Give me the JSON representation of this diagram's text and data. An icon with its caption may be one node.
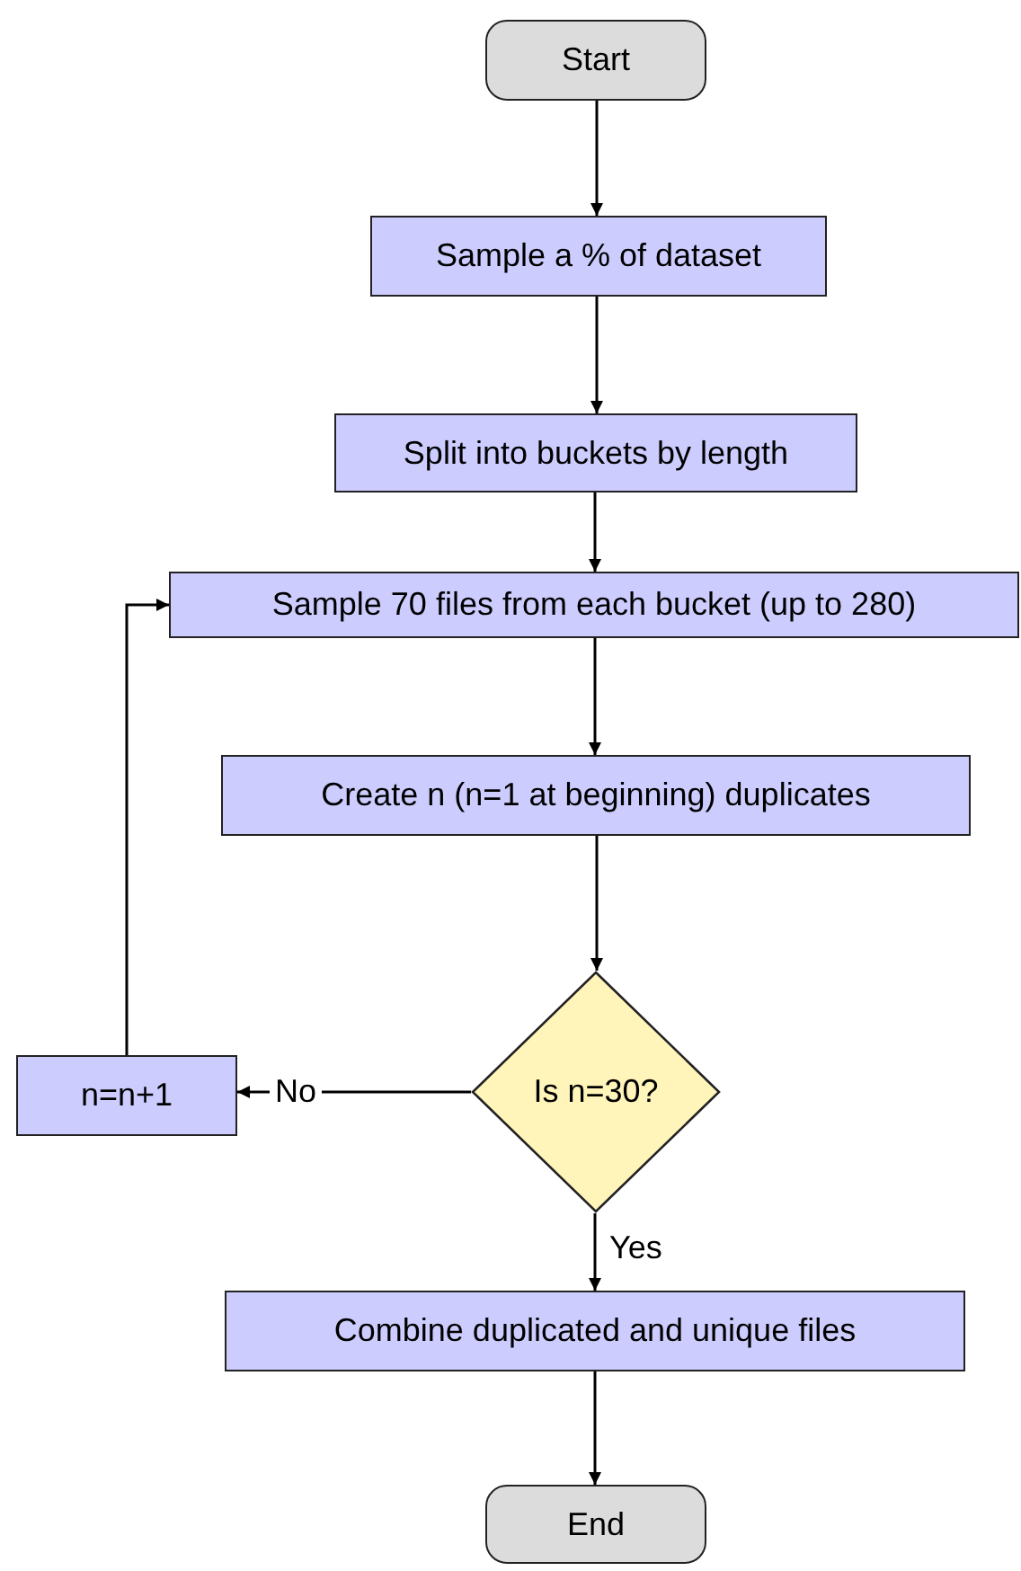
{
  "diagram": {
    "nodes": [
      {
        "text": [
          "Start"
        ]
      },
      {
        "text": [
          "Sample a % of dataset"
        ]
      },
      {
        "text": [
          "Split into buckets by length"
        ]
      },
      {
        "text": [
          "Sample 70 files from each bucket (up to 280)"
        ]
      },
      {
        "text": [
          "Create n (n=1 at beginning) duplicates"
        ]
      },
      {
        "text": [
          "Is n=30?"
        ]
      },
      {
        "text": [
          "n=n+1"
        ]
      },
      {
        "text": [
          "Combine duplicated and unique files"
        ]
      },
      {
        "text": [
          "End"
        ]
      }
    ],
    "edges": [
      {
        "from": 0,
        "to": 1,
        "arrow": "to"
      },
      {
        "from": 1,
        "to": 2,
        "arrow": "to"
      },
      {
        "from": 2,
        "to": 3,
        "arrow": "to"
      },
      {
        "from": 3,
        "to": 4,
        "arrow": "to"
      },
      {
        "from": 4,
        "to": 5,
        "arrow": "to"
      },
      {
        "from": 5,
        "to": 6,
        "arrow": "to",
        "label": "No"
      },
      {
        "from": 5,
        "to": 7,
        "arrow": "to",
        "label": "Yes"
      },
      {
        "from": 7,
        "to": 8,
        "arrow": "to"
      },
      {
        "from": 6,
        "to": 3,
        "arrow": "to"
      }
    ]
  }
}
